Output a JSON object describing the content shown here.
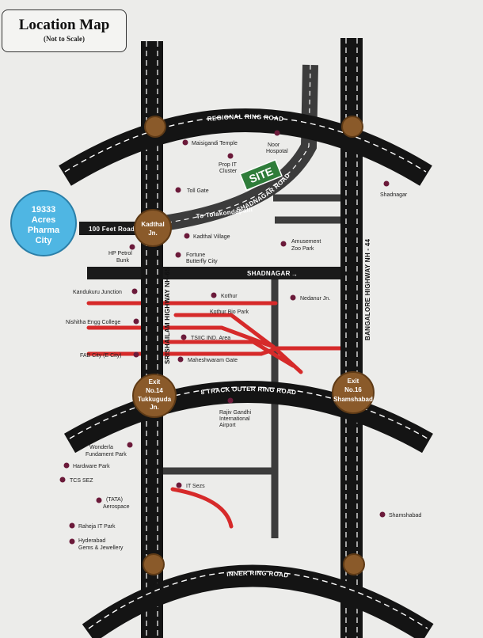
{
  "title": "Location Map",
  "subtitle": "(Not to Scale)",
  "colors": {
    "road": "#141414",
    "dash": "#ffffff",
    "minor_road": "#3c3c3c",
    "red_road": "#d62a2a",
    "junction": "#8a5a2a",
    "pharma": "#4fb6e3",
    "site": "#2f7d3a",
    "marker": "#6b1a3a"
  },
  "roads": {
    "regional": "REGIONAL RING ROAD",
    "outer": "8 TRACK OUTER RING ROAD",
    "inner": "INNER RING ROAD",
    "srishailam": "SRISHAILAM HIGHWAY NH-65",
    "bangalore": "BANGALORE HIGHWAY NH - 44",
    "shadnagar_road": "SHADNAGAR ROAD",
    "shadnagar": "SHADNAGAR",
    "to_tolkondapalli": "To Tolakondapalli",
    "feet_road": "100 Feet Road"
  },
  "junctions": {
    "kadthal": [
      "Kadthal",
      "Jn."
    ],
    "exit14": [
      "Exit",
      "No.14",
      "Tukkuguda",
      "Jn."
    ],
    "exit16": [
      "Exit",
      "No.16",
      "Shamshabad"
    ]
  },
  "pharma": [
    "19333",
    "Acres",
    "Pharma",
    "City"
  ],
  "site": "SITE",
  "landmarks": {
    "maisigandi": "Maisigandi Temple",
    "noor1": "Noor",
    "noor2": "Hospotal",
    "prop1": "Prop IT",
    "prop2": "Cluster",
    "tollgate": "Toll Gate",
    "shadnagar_town": "Shadnagar",
    "hp1": "HP Petrol",
    "hp2": "Bunk",
    "kadthal_village": "Kadthal Village",
    "fortune1": "Fortune",
    "fortune2": "Butterfly City",
    "amuse1": "Amusement",
    "amuse2": "Zoo Park",
    "kandukuru": "Kandukuru Junction",
    "kothur": "Kothur",
    "nedanur": "Nedanur Jn.",
    "kothur_bio": "Kothur Bio Park",
    "nishitha": "Nishitha Engg College",
    "tsiic": "TSIIC IND. Area",
    "fab": "FAB City (E City)",
    "maheshwaram": "Maheshwaram Gate",
    "rajiv1": "Rajiv Gandhi",
    "rajiv2": "International",
    "rajiv3": "Airport",
    "wonderla1": "Wonderla",
    "wonderla2": "Fundament Park",
    "hardware": "Hardware Park",
    "tcs": "TCS SEZ",
    "tata1": "(TATA)",
    "tata2": "Aerospace",
    "itsezs": "IT Sezs",
    "shamshabad_town": "Shamshabad",
    "raheja": "Raheja IT Park",
    "hyd1": "Hyderabad",
    "hyd2": "Gems & Jewellery"
  }
}
